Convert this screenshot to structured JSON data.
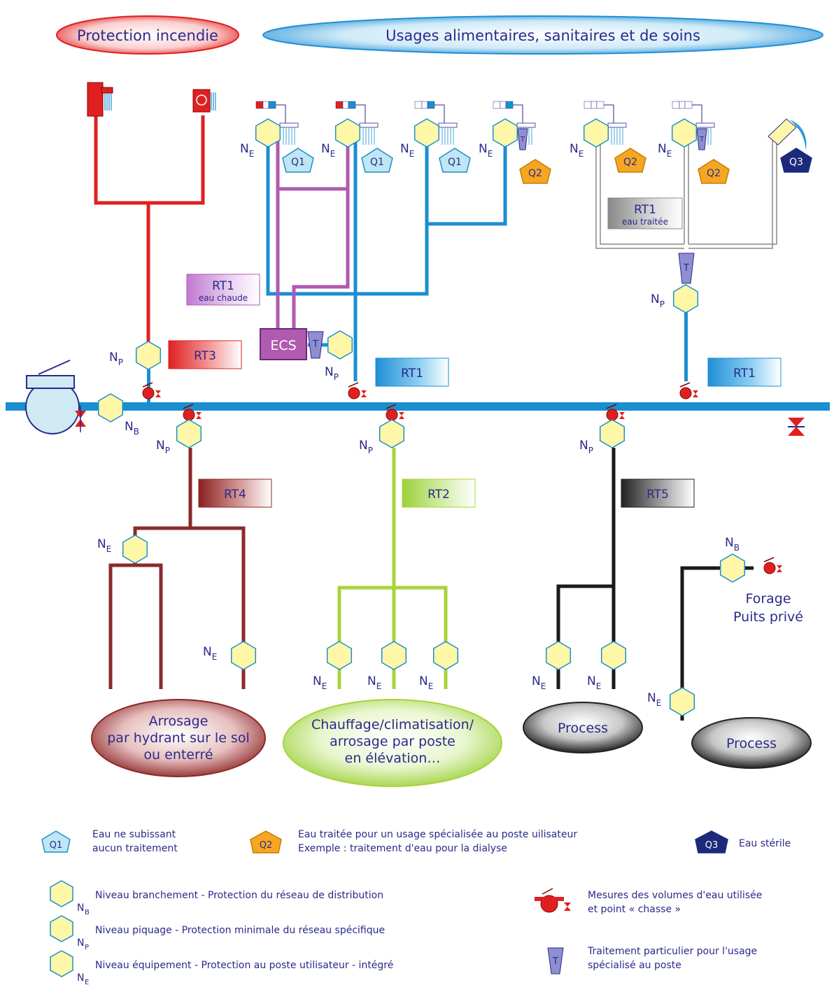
{
  "headers": {
    "fire": "Protection incendie",
    "food": "Usages alimentaires, sanitaires et de soins"
  },
  "labels": {
    "rt1_hot_title": "RT1",
    "rt1_hot_sub": "eau chaude",
    "rt1_treated_title": "RT1",
    "rt1_treated_sub": "eau traitée",
    "ecs": "ECS",
    "t": "T",
    "rt3": "RT3",
    "rt1_a": "RT1",
    "rt1_b": "RT1",
    "rt4": "RT4",
    "rt2": "RT2",
    "rt5": "RT5",
    "forage": "Forage",
    "puits": "Puits privé",
    "n": "N",
    "sub_e": "E",
    "sub_p": "P",
    "sub_b": "B",
    "q1": "Q1",
    "q2": "Q2",
    "q3": "Q3"
  },
  "outlets": {
    "arrosage": [
      "Arrosage",
      "par hydrant sur le sol",
      "ou enterré"
    ],
    "chauffage": [
      "Chauffage/climatisation/",
      "arrosage par poste",
      "en élévation…"
    ],
    "process1": "Process",
    "process2": "Process"
  },
  "legend": {
    "q1_text": [
      "Eau ne subissant",
      "aucun traitement"
    ],
    "q2_text": [
      "Eau traitée pour un usage spécialisée au poste uilisateur",
      "Exemple : traitement d'eau pour la dialyse"
    ],
    "q3_text": "Eau stérile",
    "nb_text": "Niveau branchement - Protection du réseau de distribution",
    "np_text": "Niveau piquage - Protection minimale du réseau spécifique",
    "ne_text": "Niveau équipement - Protection au poste utilisateur - intégré",
    "meter_text": [
      "Mesures des volumes d'eau utilisée",
      "et point « chasse »"
    ],
    "treat_text": [
      "Traitement particulier pour l'usage",
      "spécialisé au poste"
    ]
  },
  "colors": {
    "blue": "#1a8fd0",
    "red": "#e0202a",
    "purple": "#b05ab0",
    "brown": "#8b2a2a",
    "green": "#a8d43a",
    "black": "#1a1a1a",
    "hex_fill": "#fff7a8",
    "text": "#2a2a8a"
  }
}
